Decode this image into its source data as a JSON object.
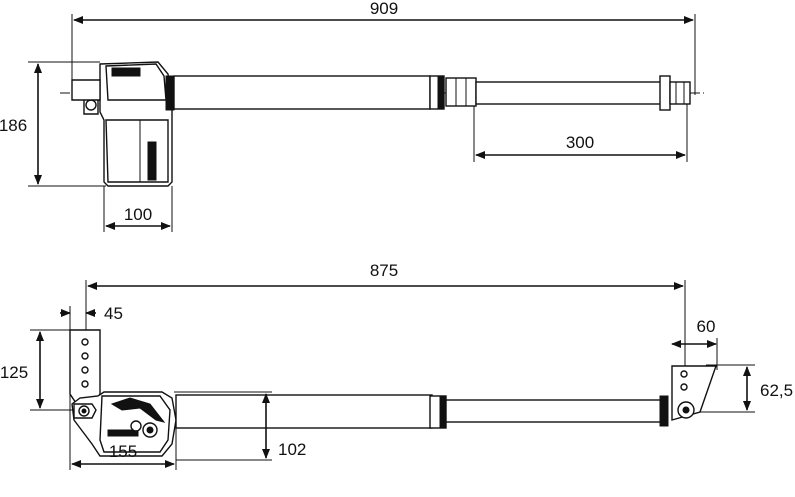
{
  "top_view": {
    "dimensions": {
      "overall_length": "909",
      "height": "186",
      "stroke": "300",
      "motor_width": "100"
    }
  },
  "side_view": {
    "dimensions": {
      "mount_length": "875",
      "rear_offset": "45",
      "rear_bracket_height": "125",
      "front_bracket_width": "60",
      "front_bracket_height": "62,5",
      "body_height": "102",
      "motor_length": "155"
    }
  }
}
